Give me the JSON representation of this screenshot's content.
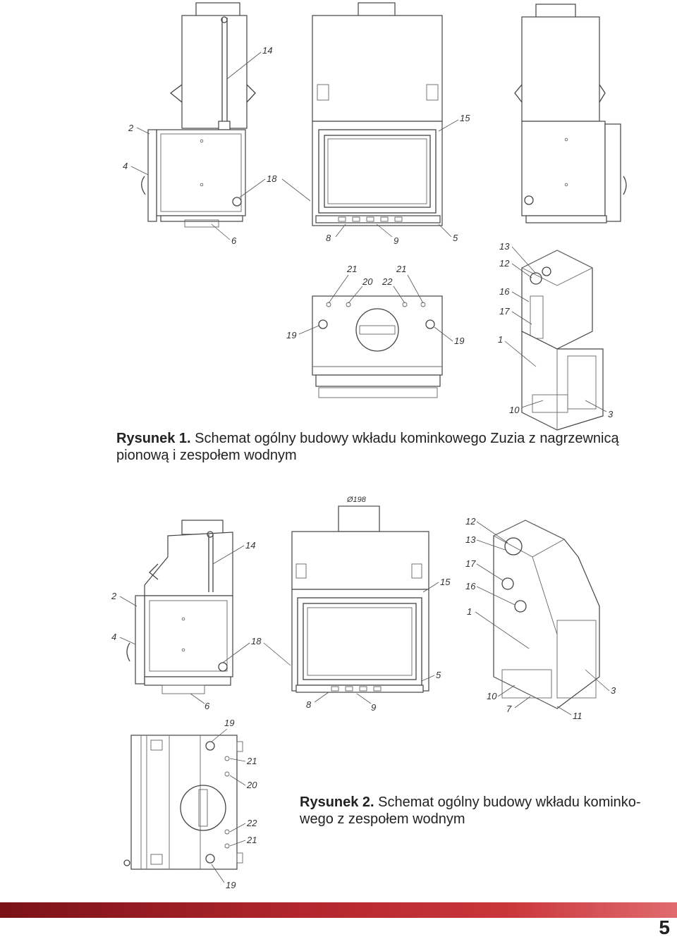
{
  "figure1": {
    "caption_label": "Rysunek 1.",
    "caption_text": "Schemat ogólny budowy wkładu kominkowego Zuzia z nagrzewnicą pionową i zespołem wodnym",
    "callouts": {
      "c14": "14",
      "c2": "2",
      "c4": "4",
      "c18": "18",
      "c6": "6",
      "c15": "15",
      "c8": "8",
      "c9": "9",
      "c5": "5",
      "c21a": "21",
      "c20": "20",
      "c22": "22",
      "c21b": "21",
      "c19a": "19",
      "c19b": "19",
      "c13": "13",
      "c12": "12",
      "c16": "16",
      "c17": "17",
      "c1": "1",
      "c10": "10",
      "c3": "3"
    }
  },
  "figure2": {
    "caption_label": "Rysunek 2.",
    "caption_text_line1": "Schemat ogólny budowy wkładu kominko-",
    "caption_text_line2": "wego z zespołem wodnym",
    "dimension_label": "Ø198",
    "callouts": {
      "c14": "14",
      "c2": "2",
      "c4": "4",
      "c18": "18",
      "c6": "6",
      "c15": "15",
      "c5": "5",
      "c8": "8",
      "c9": "9",
      "c12": "12",
      "c13": "13",
      "c17": "17",
      "c16": "16",
      "c1": "1",
      "c3": "3",
      "c10": "10",
      "c7": "7",
      "c11": "11",
      "c19a": "19",
      "c21a": "21",
      "c20": "20",
      "c22": "22",
      "c21b": "21",
      "c19b": "19"
    }
  },
  "footer": {
    "page_number": "5",
    "band_color": "#b3262d"
  }
}
